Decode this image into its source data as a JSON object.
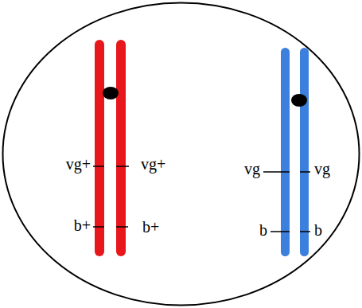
{
  "diagram": {
    "labels": [
      "vg+",
      "vg+",
      "b+",
      "b+",
      "vg",
      "vg",
      "b",
      "b"
    ]
  }
}
